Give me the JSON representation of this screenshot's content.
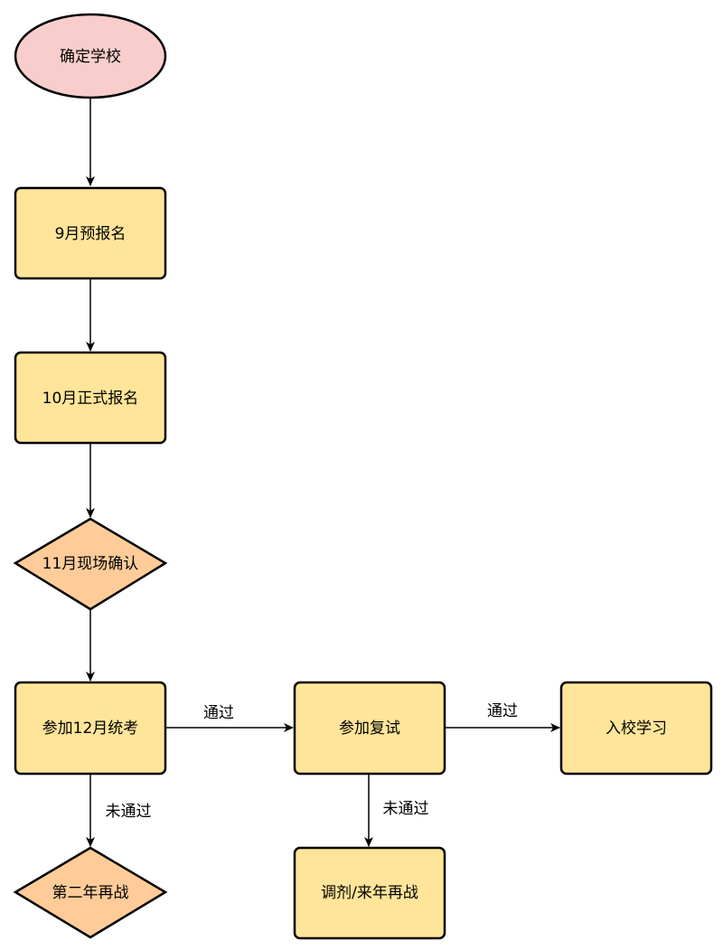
{
  "nodes": {
    "start": {
      "label": "确定学校"
    },
    "pre_register": {
      "label": "9月预报名"
    },
    "formal_register": {
      "label": "10月正式报名"
    },
    "onsite_confirm": {
      "label": "11月现场确认"
    },
    "exam": {
      "label": "参加12月统考"
    },
    "retest": {
      "label": "参加复试"
    },
    "enroll": {
      "label": "入校学习"
    },
    "retry_next_year": {
      "label": "第二年再战"
    },
    "adjust": {
      "label": "调剂/来年再战"
    }
  },
  "edges": {
    "exam_to_retest": {
      "label": "通过"
    },
    "retest_to_enroll": {
      "label": "通过"
    },
    "exam_to_retry": {
      "label": "未通过"
    },
    "retest_to_adjust": {
      "label": "未通过"
    }
  },
  "colors": {
    "start_fill": "#f8cecc",
    "box_fill": "#ffe599",
    "diamond_fill": "#ffcc99",
    "stroke": "#000000"
  }
}
